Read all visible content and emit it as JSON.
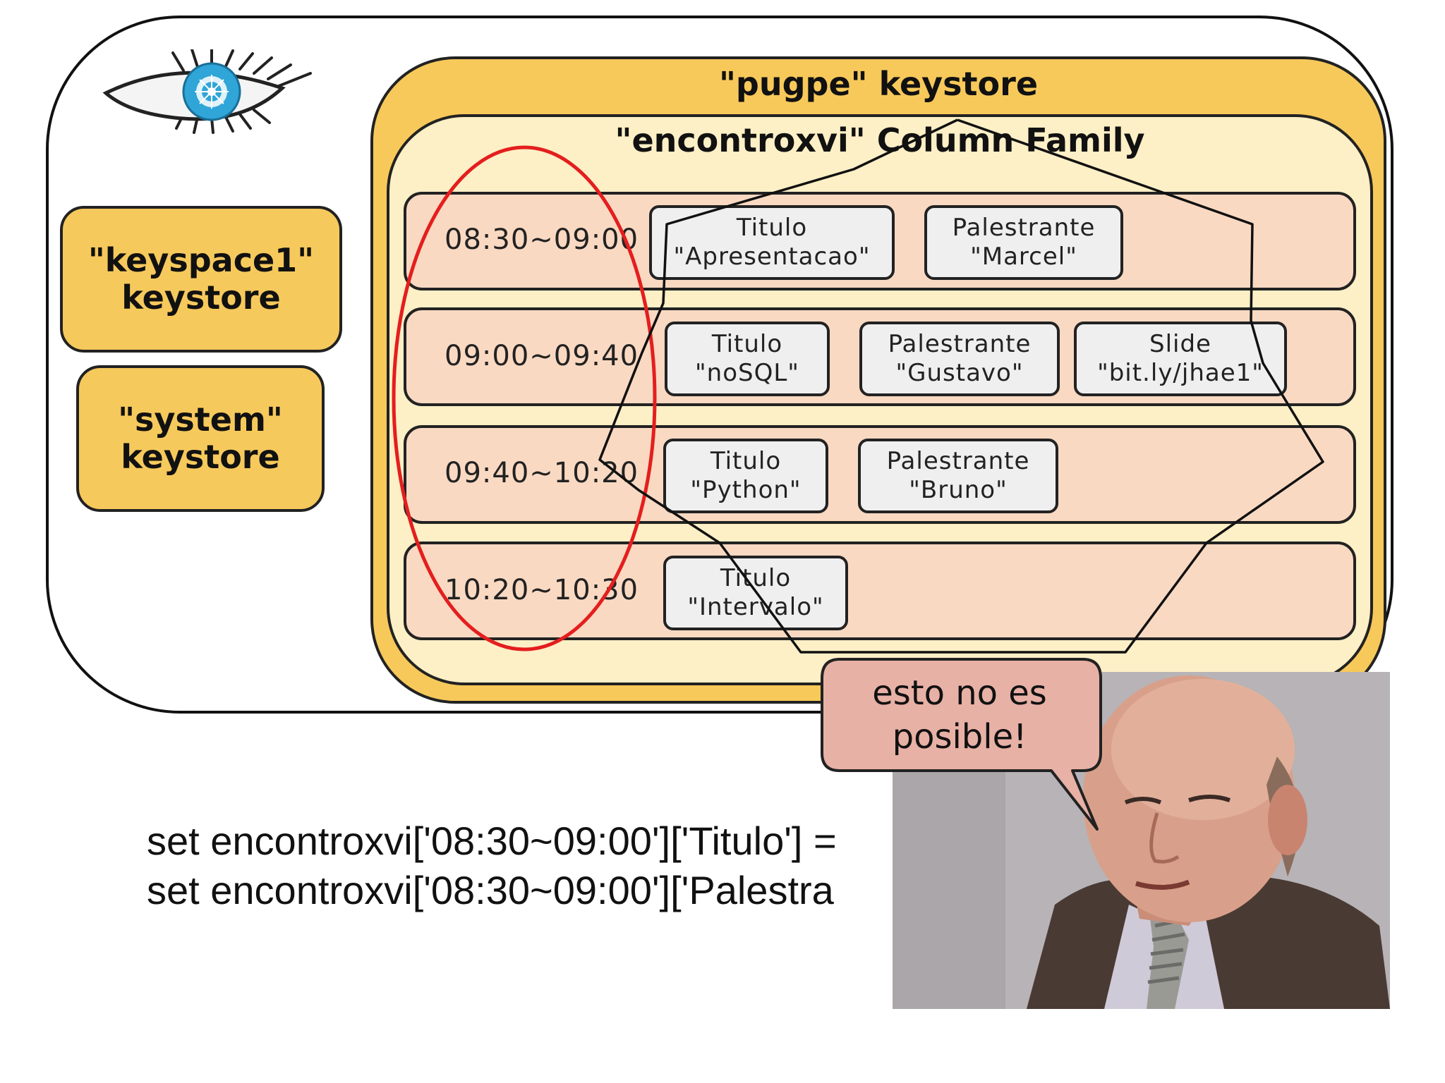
{
  "keystores": {
    "keyspace1": {
      "line1": "\"keyspace1\"",
      "line2": "keystore"
    },
    "system": {
      "line1": "\"system\"",
      "line2": "keystore"
    },
    "pugpe": {
      "title": "\"pugpe\" keystore"
    }
  },
  "column_family": {
    "title": "\"encontroxvi\" Column Family",
    "rows": [
      {
        "key": "08:30~09:00",
        "columns": [
          {
            "name": "Titulo",
            "value": "\"Apresentacao\""
          },
          {
            "name": "Palestrante",
            "value": "\"Marcel\""
          }
        ]
      },
      {
        "key": "09:00~09:40",
        "columns": [
          {
            "name": "Titulo",
            "value": "\"noSQL\""
          },
          {
            "name": "Palestrante",
            "value": "\"Gustavo\""
          },
          {
            "name": "Slide",
            "value": "\"bit.ly/jhae1\""
          }
        ]
      },
      {
        "key": "09:40~10:20",
        "columns": [
          {
            "name": "Titulo",
            "value": "\"Python\""
          },
          {
            "name": "Palestrante",
            "value": "\"Bruno\""
          }
        ]
      },
      {
        "key": "10:20~10:30",
        "columns": [
          {
            "name": "Titulo",
            "value": "\"Intervalo\""
          }
        ]
      }
    ]
  },
  "code": {
    "line1": "set encontroxvi['08:30~09:00']['Titulo'] =",
    "line2": "set encontroxvi['08:30~09:00']['Palestra"
  },
  "speech_bubble": {
    "line1": "esto no es",
    "line2": "posible!"
  },
  "colors": {
    "keystore_fill": "#f6c95c",
    "column_family_fill": "#fdefc6",
    "row_fill": "#fad9c2",
    "column_fill": "#efefef",
    "highlight_ellipse": "#e41e1e",
    "bubble_fill": "#e8b1a6",
    "eye_iris": "#2fa5d8"
  },
  "icons": {
    "logo": "cassandra-eye-icon"
  }
}
